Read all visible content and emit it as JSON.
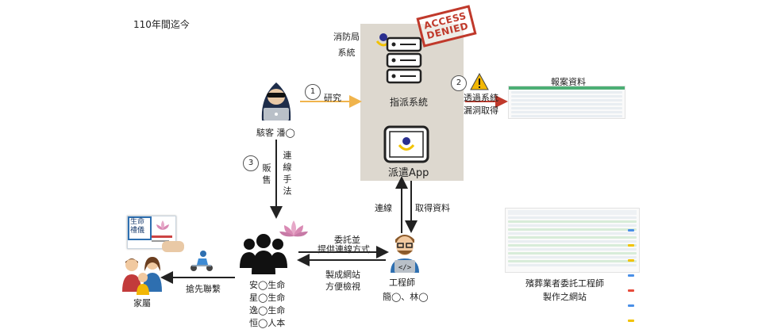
{
  "header": {
    "title": "110年間迄今"
  },
  "fire_dept": {
    "label_line1": "消防局",
    "label_line2": "系統",
    "server_label": "指派系統",
    "app_label": "派遣App"
  },
  "stamp": {
    "line1": "ACCESS",
    "line2": "DENIED"
  },
  "hacker": {
    "label": "駭客  潘◯"
  },
  "steps": {
    "s1": {
      "num": "1",
      "text": "研究"
    },
    "s2": {
      "num": "2",
      "text_line1": "透過系統",
      "text_line2": "漏洞取得"
    },
    "s3": {
      "num": "3",
      "sell": "販售",
      "method": "連線手法"
    }
  },
  "report": {
    "title": "報案資料"
  },
  "engineer": {
    "role": "工程師",
    "names": "簡◯、林◯",
    "connect": "連線",
    "fetch": "取得資料"
  },
  "commission": {
    "line1": "委託並",
    "line2": "提供連線方式",
    "build_line1": "製成網站",
    "build_line2": "方便檢視"
  },
  "funeral_site": {
    "line1": "殯葬業者委託工程師",
    "line2": "製作之網站"
  },
  "companies": [
    "安◯生命",
    "星◯生命",
    "逸◯生命",
    "恒◯人本"
  ],
  "family": {
    "label": "家屬",
    "contact": "搶先聯繫",
    "card_line1": "生命",
    "card_line2": "禮儀"
  },
  "colors": {
    "hacker_arrow": "#f0b44c",
    "leak_arrow": "#c0392b",
    "stamp": "#c0392b",
    "panel": "#ddd8cf"
  },
  "icons": [
    "hacker-icon",
    "server-icon",
    "tablet-icon",
    "warning-icon",
    "engineer-icon",
    "group-icon",
    "family-icon",
    "scooter-icon",
    "lotus-icon",
    "business-card-icon"
  ]
}
